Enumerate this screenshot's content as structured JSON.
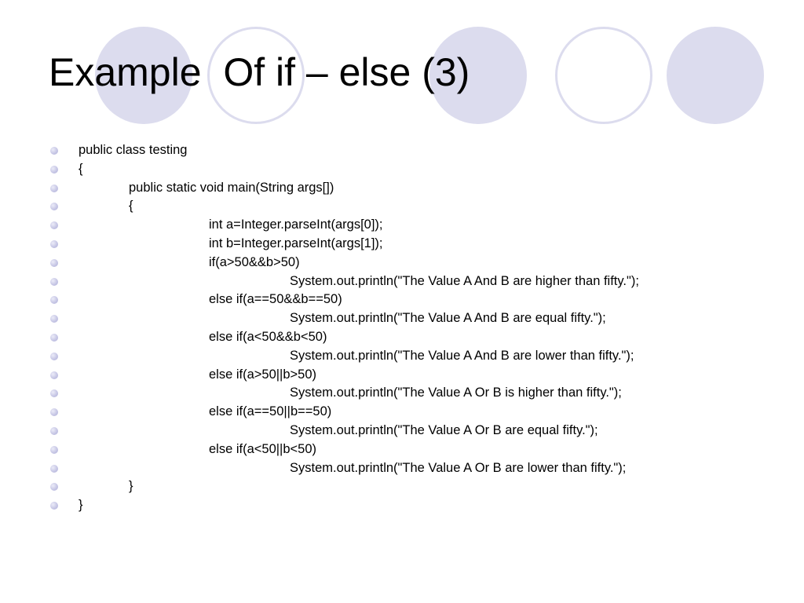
{
  "slide": {
    "title": "Example  Of if – else (3)",
    "code_lines": [
      "public class testing",
      "{",
      "public static void main(String args[])",
      "{",
      "int a=Integer.parseInt(args[0]);",
      "int b=Integer.parseInt(args[1]);",
      "if(a>50&&b>50)",
      "System.out.println(\"The Value A And B are higher than fifty.\");",
      "else if(a==50&&b==50)",
      "System.out.println(\"The Value A And B are equal fifty.\");",
      "else if(a<50&&b<50)",
      "System.out.println(\"The Value A And B are lower than fifty.\");",
      "else if(a>50||b>50)",
      "System.out.println(\"The Value A Or B is higher than fifty.\");",
      "else if(a==50||b==50)",
      "System.out.println(\"The Value A Or B are equal fifty.\");",
      "else if(a<50||b<50)",
      "System.out.println(\"The Value A Or B are lower than fifty.\");",
      "}",
      "}"
    ]
  },
  "colors": {
    "circle_fill": "#dcdcee",
    "circle_outline": "#dcdcee",
    "bullet": "#c4c4e4",
    "text": "#000000"
  }
}
